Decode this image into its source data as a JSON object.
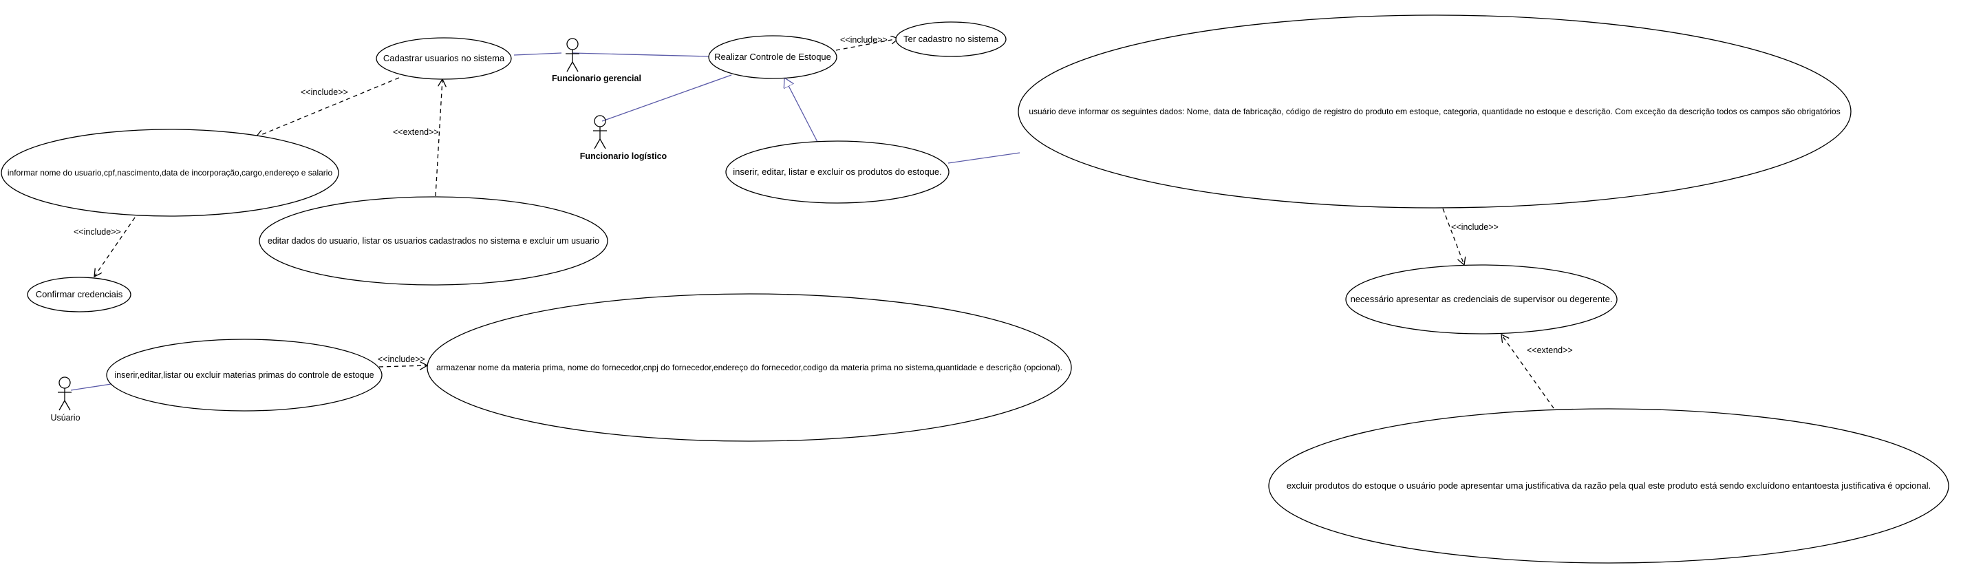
{
  "actors": {
    "funcionario_gerencial": "Funcionario gerencial",
    "funcionario_logistico": "Funcionario logístico",
    "usuario": "Usúario"
  },
  "use_cases": {
    "cadastrar_usuarios": "Cadastrar usuarios no sistema",
    "informar_nome": "informar nome do usuario,cpf,nascimento,data de incorporação,cargo,endereço e salario",
    "confirmar_credenciais": "Confirmar credenciais",
    "editar_dados": "editar dados do usuario, listar os usuarios cadastrados no sistema e excluir um usuario",
    "realizar_controle": "Realizar Controle de Estoque",
    "ter_cadastro": "Ter cadastro no sistema",
    "inserir_produtos": "inserir,  editar,  listar  e  excluir  os  produtos do estoque.",
    "usuario_deve_informar": "usuário deve informar os  seguintes  dados:  Nome,  data  de  fabricação, código  de  registro  do produto em estoque, categoria, quantidade no estoque e descrição. Com exceção da descrição todos os campos são obrigatórios",
    "necessario_credenciais": "necessário apresentar as credenciais de supervisor ou degerente.",
    "excluir_produtos": "excluir  produtos  do  estoque  o  usuário  pode  apresentar  uma justificativa  da  razão  pela  qual  este  produto  está  sendo excluídono entantoesta justificativa é opcional.",
    "inserir_materias": "inserir,editar,listar ou excluir materias primas do controle de estoque",
    "armazenar_materia": "armazenar nome da materia prima, nome do fornecedor,cnpj do fornecedor,endereço do fornecedor,codigo da materia prima no sistema,quantidade e descrição (opcional)."
  },
  "relations": {
    "include_1": "<<include>>",
    "extend_1": "<<extend>>",
    "include_2": "<<include>>",
    "include_3": "<<include>>",
    "include_4": "<<include>>",
    "extend_2": "<<extend>>",
    "include_5": "<<include>>"
  },
  "colors": {
    "association_line": "#5a5aa8",
    "outline": "#000000",
    "background": "#ffffff"
  }
}
